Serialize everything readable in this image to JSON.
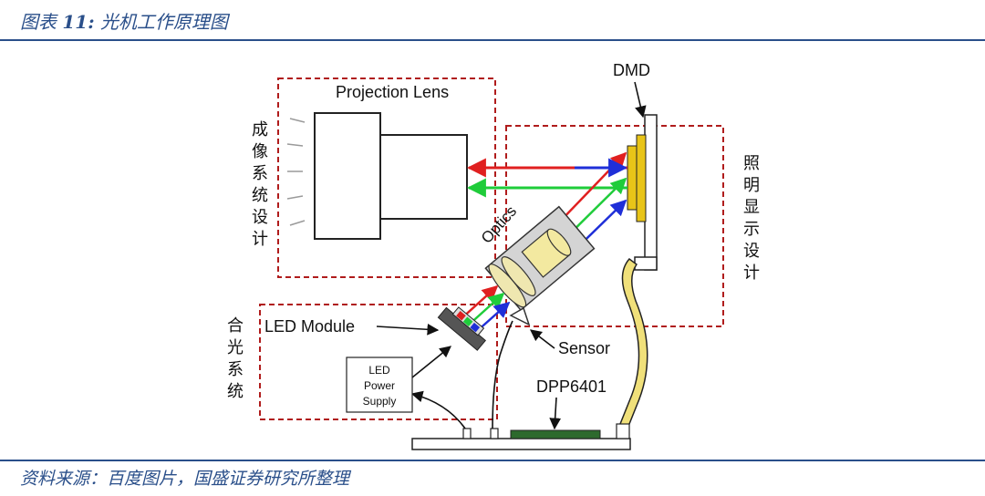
{
  "caption": {
    "prefix": "图表 ",
    "number": "11:",
    "title": "光机工作原理图"
  },
  "source": "资料来源：百度图片，国盛证券研究所整理",
  "labels": {
    "dmd": "DMD",
    "projection_lens": "Projection Lens",
    "optics": "Optics",
    "led_module": "LED Module",
    "sensor": "Sensor",
    "dpp": "DPP6401",
    "power_supply_line1": "LED",
    "power_supply_line2": "Power",
    "power_supply_line3": "Supply"
  },
  "regions": {
    "imaging": [
      "成",
      "像",
      "系",
      "统",
      "设",
      "计"
    ],
    "illumination": [
      "照",
      "明",
      "显",
      "示",
      "设",
      "计"
    ],
    "combining": [
      "合",
      "光",
      "系",
      "统"
    ]
  },
  "colors": {
    "accent": "#2a4f8a",
    "dashed_box": "#b01c1c",
    "red_beam": "#e02020",
    "green_beam": "#1fcc3a",
    "blue_beam": "#1f2fd8",
    "dmd_chip": "#e8c418",
    "flex_cable": "#f0e07a"
  }
}
